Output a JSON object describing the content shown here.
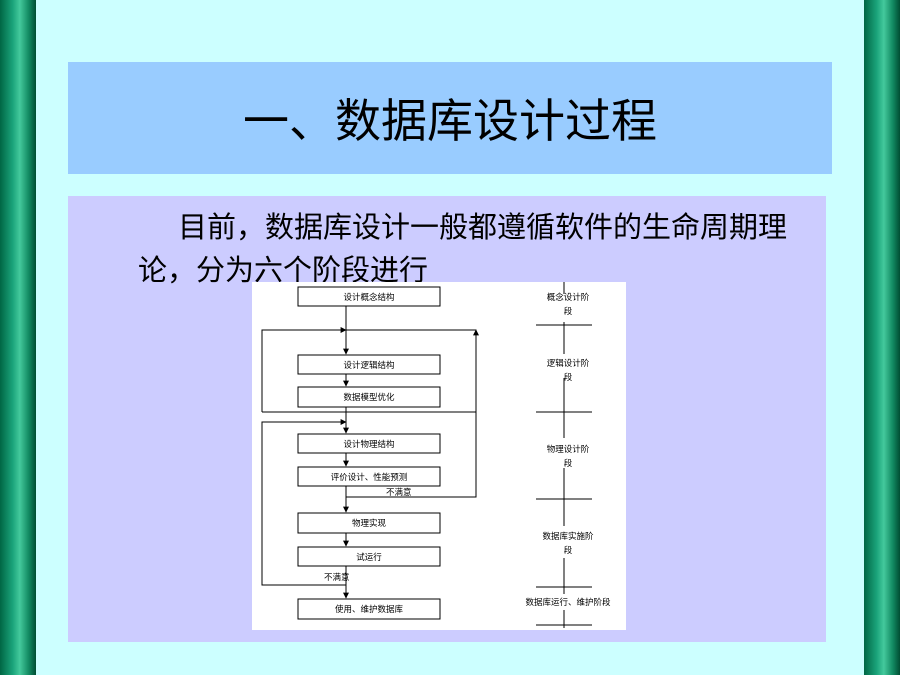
{
  "title": "一、数据库设计过程",
  "intro_text": "目前，数据库设计一般都遵循软件的生命周期理论，分为六个阶段进行",
  "flow_boxes": [
    "设计概念结构",
    "设计逻辑结构",
    "数据模型优化",
    "设计物理结构",
    "评价设计、性能预测",
    "物理实现",
    "试运行",
    "使用、维护数据库"
  ],
  "feedback_labels": [
    "不满意",
    "不满意"
  ],
  "stage_labels": [
    [
      "概念设计阶",
      "段"
    ],
    [
      "逻辑设计阶",
      "段"
    ],
    [
      "物理设计阶",
      "段"
    ],
    [
      "数据库实施阶",
      "段"
    ],
    [
      "数据库运行、维护阶段"
    ]
  ],
  "colors": {
    "background": "#ccffff",
    "side_bar": "#1aa37a",
    "title_band": "#99ccff",
    "body_panel": "#ccccff"
  }
}
